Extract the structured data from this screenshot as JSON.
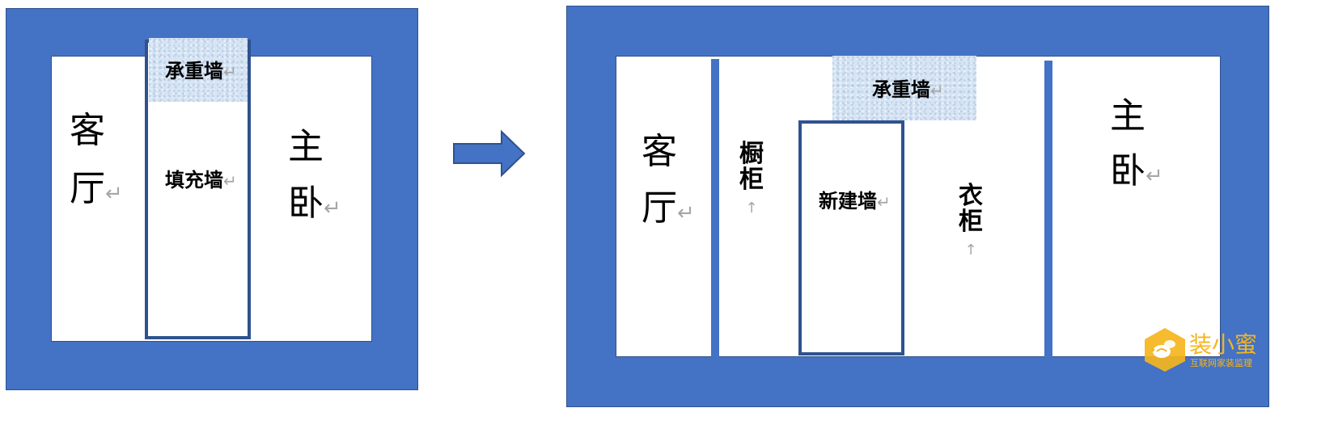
{
  "before": {
    "living_room": {
      "chars": [
        "客",
        "厅"
      ]
    },
    "master_bedroom": {
      "chars": [
        "主",
        "卧"
      ]
    },
    "bearing_wall": "承重墙",
    "filler_wall": "填充墙"
  },
  "after": {
    "living_room": {
      "chars": [
        "客",
        "厅"
      ]
    },
    "master_bedroom": {
      "chars": [
        "主",
        "卧"
      ]
    },
    "bearing_wall": "承重墙",
    "cabinet": "橱柜",
    "new_wall": "新建墙",
    "wardrobe": "衣柜"
  },
  "return_mark": "↵",
  "vertical_return_mark": "↑",
  "logo": {
    "name": "装小蜜",
    "tagline": "互联网家装监理"
  },
  "colors": {
    "wall_blue": "#4472c4",
    "wall_border": "#2f528f",
    "logo_orange": "#f5b51c"
  }
}
